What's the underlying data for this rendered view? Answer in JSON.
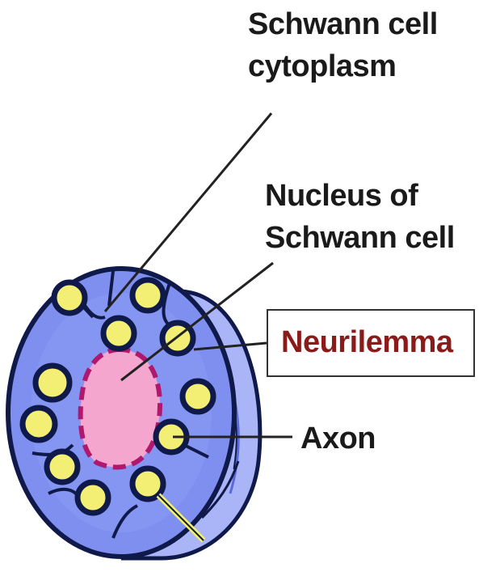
{
  "labels": {
    "cytoplasm_line1": "Schwann cell",
    "cytoplasm_line2": "cytoplasm",
    "nucleus_line1": "Nucleus of",
    "nucleus_line2": "Schwann cell",
    "neurilemma": "Neurilemma",
    "axon": "Axon"
  },
  "colors": {
    "cell_fill": "#7f8ff0",
    "cell_edge": "#a9b5f7",
    "outline": "#101a4a",
    "nucleus_fill": "#f4a6cf",
    "nucleus_border": "#b0186e",
    "axon_fill": "#f3ef74",
    "neurilemma_text": "#8b1a1a",
    "label_text": "#1a1a1a"
  }
}
